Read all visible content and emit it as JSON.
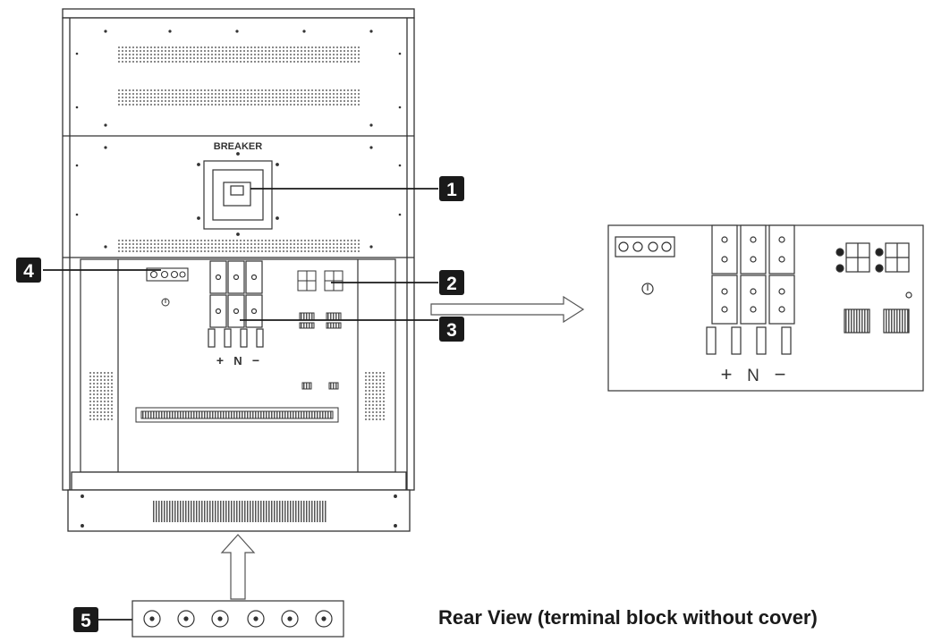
{
  "diagram": {
    "breaker_label": "BREAKER",
    "terminal_signs": [
      "+",
      "N",
      "−"
    ],
    "callouts": [
      "1",
      "2",
      "3",
      "4",
      "5"
    ],
    "caption": "Rear View (terminal block without cover)"
  },
  "colors": {
    "line": "#333333",
    "callout_bg": "#1a1a1a",
    "callout_text": "#ffffff",
    "vent": "#9a9a9a"
  }
}
